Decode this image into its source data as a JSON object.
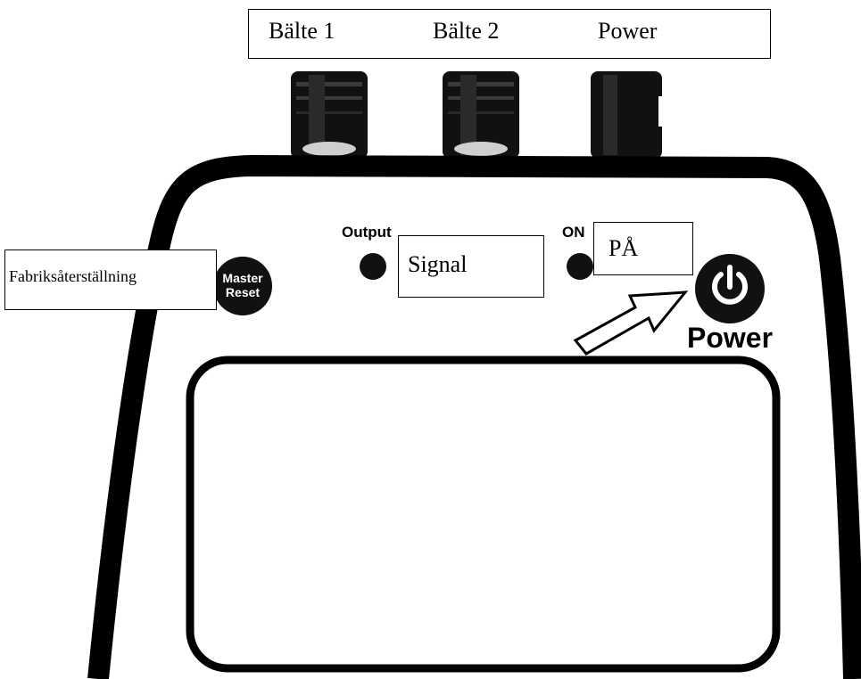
{
  "callouts": {
    "belt_1": "Bälte 1",
    "belt_2": "Bälte 2",
    "power_connector": "Power",
    "factory_reset": "Fabriksåterställning",
    "signal": "Signal",
    "on": "PÅ"
  },
  "device": {
    "output_led_label": "Output",
    "on_led_label": "ON",
    "master_reset_line1": "Master",
    "master_reset_line2": "Reset",
    "power_button_label": "Power"
  },
  "colors": {
    "ink": "#000000",
    "background": "#ffffff",
    "connector_highlight": "#cfcfcf"
  },
  "icons": {
    "power": "power-symbol-icon",
    "arrow": "outline-arrow-icon"
  }
}
